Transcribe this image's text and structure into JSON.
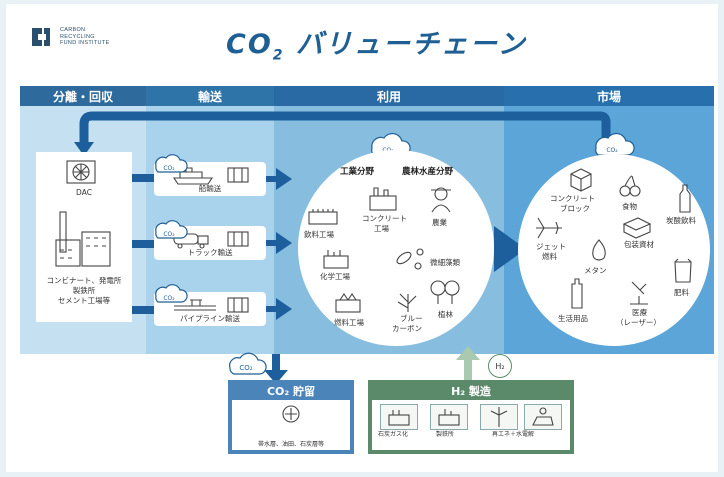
{
  "org": {
    "name_line1": "CARBON",
    "name_line2": "RECYCLING",
    "name_line3": "FUND INSTITUTE"
  },
  "title": {
    "main": "CO",
    "sub": "2",
    "rest": " バリューチェーン"
  },
  "headers": {
    "capture": "分離・回収",
    "transport": "輸送",
    "use": "利用",
    "market": "市場"
  },
  "colors": {
    "dark_blue": "#1f5f94",
    "header_dark": "#2e6a9b",
    "band_light": "#c4e0f1",
    "band_mid": "#87bee0",
    "band_deep": "#4e9bd2",
    "arrow": "#1c5f9c",
    "storage": "#4a84b8",
    "hydrogen": "#5a8a6a"
  },
  "cloud_label": "CO₂",
  "capture": {
    "dac": "DAC",
    "plants_l1": "コンビナート、発電所",
    "plants_l2": "製鉄所",
    "plants_l3": "セメント工場等"
  },
  "transport": {
    "ship": "船輸送",
    "truck": "トラック輸送",
    "pipeline": "パイプライン輸送"
  },
  "use": {
    "industrial": "工業分野",
    "agri": "農林水産分野",
    "drink_factory": "飲料工場",
    "concrete_l1": "コンクリート",
    "concrete_l2": "工場",
    "farming": "農業",
    "chemical": "化学工場",
    "algae": "微細藻類",
    "fuel_factory": "燃料工場",
    "blue_l1": "ブルー",
    "blue_l2": "カーボン",
    "forest": "植林"
  },
  "market": {
    "concrete_l1": "コンクリート",
    "concrete_l2": "ブロック",
    "food": "食物",
    "soda": "炭酸飲料",
    "jet_l1": "ジェット",
    "jet_l2": "燃料",
    "packaging": "包装資材",
    "methane": "メタン",
    "fertilizer": "肥料",
    "daily": "生活用品",
    "medical_l1": "医療",
    "medical_l2": "（レーザー）"
  },
  "storage": {
    "title": "CO₂ 貯留",
    "caption": "帯水層、油田、石炭層等"
  },
  "hydrogen": {
    "badge": "H₂",
    "title": "H₂ 製造",
    "coal": "石炭ガス化",
    "steel": "製鉄所",
    "renew": "再エネ＋水電解"
  }
}
